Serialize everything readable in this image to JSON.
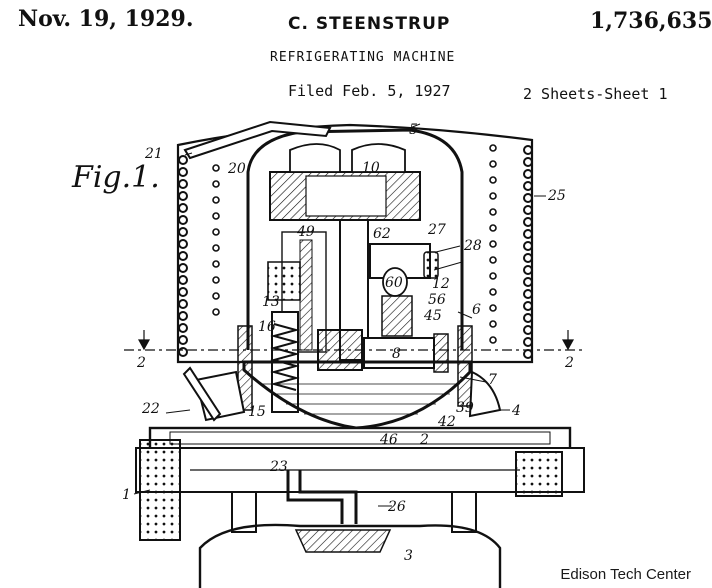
{
  "header": {
    "date": "Nov. 19, 1929.",
    "inventor": "C. STEENSTRUP",
    "patent_number": "1,736,635",
    "title": "REFRIGERATING MACHINE",
    "filed": "Filed Feb. 5, 1927",
    "sheets": "2 Sheets-Sheet  1"
  },
  "figure": {
    "label": "Fig.1.",
    "callouts": {
      "n1": "1",
      "n2a": "2",
      "n2b": "2",
      "n2c": "2",
      "n3": "3",
      "n4": "4",
      "n5": "5",
      "n6": "6",
      "n7": "7",
      "n8": "8",
      "n10": "10",
      "n12": "12",
      "n13": "13",
      "n15": "15",
      "n16": "16",
      "n20": "20",
      "n21": "21",
      "n22": "22",
      "n23": "23",
      "n25": "25",
      "n26": "26",
      "n27": "27",
      "n28": "28",
      "n39": "39",
      "n42": "42",
      "n45": "45",
      "n46": "46",
      "n49": "49",
      "n56": "56",
      "n60": "60",
      "n62": "62"
    }
  },
  "credit": "Edison Tech Center",
  "colors": {
    "ink": "#111111",
    "paper": "#ffffff"
  }
}
